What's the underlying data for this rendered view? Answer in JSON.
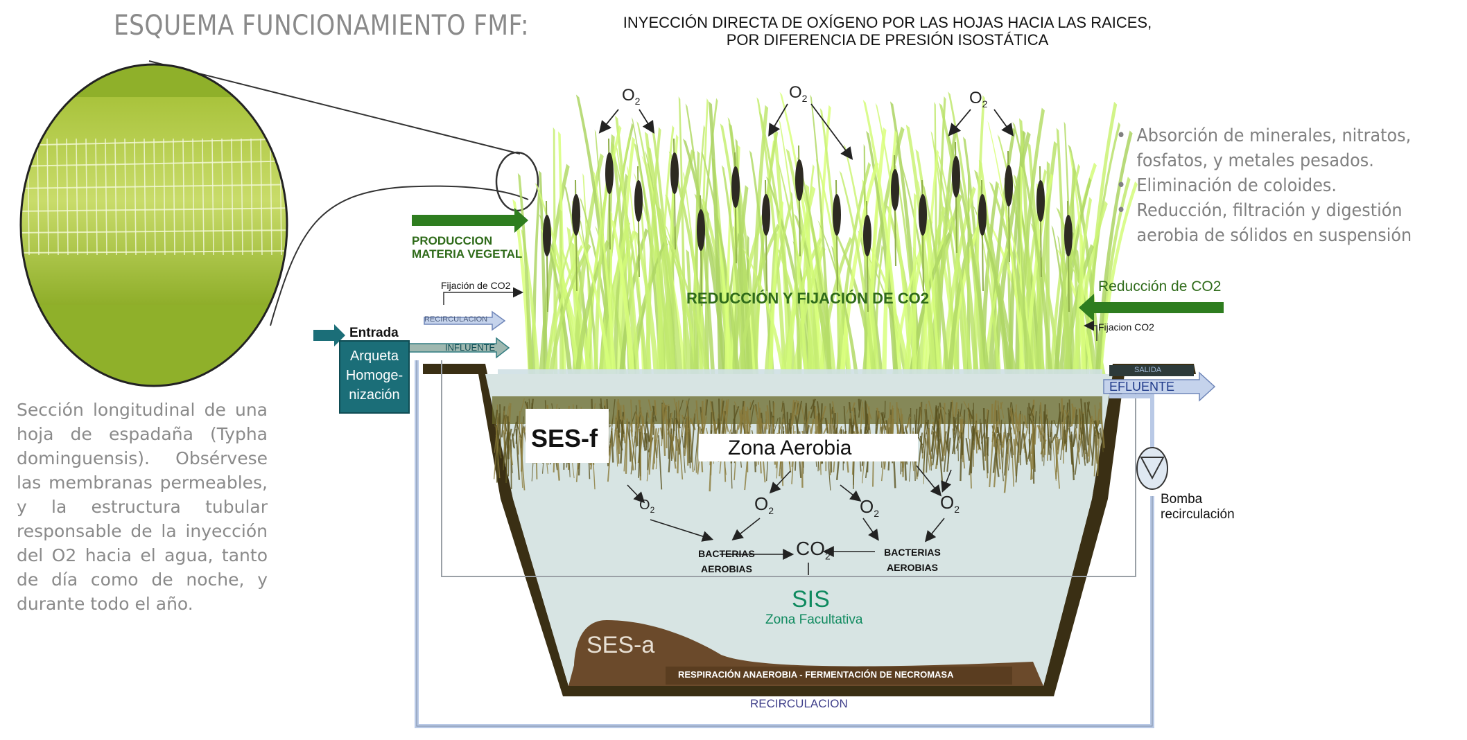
{
  "title": "ESQUEMA FUNCIONAMIENTO FMF:",
  "header": {
    "line1": "INYECCIÓN DIRECTA DE OXÍGENO POR LAS HOJAS HACIA LAS RAICES,",
    "line2": "POR DIFERENCIA DE PRESIÓN ISOSTÁTICA"
  },
  "bullets": [
    "Absorción de minerales, nitratos, fosfatos, y metales pesados.",
    "Eliminación de coloides.",
    "Reducción, filtración y digestión aerobia de sólidos en suspensión"
  ],
  "caption": "Sección longitudinal de una hoja de espadaña (Typha dominguensis). Obsérvese las membranas permeables, y la estructura tubular responsable de la inyección del O2 hacia el agua, tanto de día como de noche, y durante todo el año.",
  "labels": {
    "produccion_1": "PRODUCCION",
    "produccion_2": "MATERIA VEGETAL",
    "fijacion_co2_left": "Fijación de CO2",
    "reduccion_fijacion": "REDUCCIÓN Y FIJACIÓN DE CO2",
    "reduccion_co2": "Reducción de CO2",
    "fijacion_co2_right": "Fijacion CO2",
    "recirculacion_top": "RECIRCULACION",
    "influente": "INFLUENTE",
    "entrada": "Entrada",
    "arqueta_1": "Arqueta",
    "arqueta_2": "Homoge-",
    "arqueta_3": "nización",
    "salida": "SALIDA",
    "efluente": "EFLUENTE",
    "ses_f": "SES-f",
    "zona_aerobia": "Zona Aerobia",
    "bomba_1": "Bomba",
    "bomba_2": "recirculación",
    "o2_main": "O",
    "o2_sub": "2",
    "co2_main": "CO",
    "co2_sub": "2",
    "bacterias": "BACTERIAS",
    "aerobias": "AEROBIAS",
    "sis": "SIS",
    "zona_facultativa": "Zona Facultativa",
    "ses_a": "SES-a",
    "respiracion": "RESPIRACIÓN ANAEROBIA - FERMENTACIÓN DE NECROMASA",
    "recirculacion_bottom": "RECIRCULACION"
  },
  "colors": {
    "green_arrow": "#2e7d1f",
    "teal_box": "#1b6e78",
    "water": "#d7e4e3",
    "sediment_border": "#3a2f14",
    "mud": "#6b4a2b",
    "pipe": "#b9c9e6",
    "sis_green": "#0f8a5f",
    "label_green": "#2f6b1a"
  },
  "icons": [
    "leaf-cross-section-magnifier",
    "cattail-plant",
    "pump-icon",
    "arrow-icon"
  ]
}
